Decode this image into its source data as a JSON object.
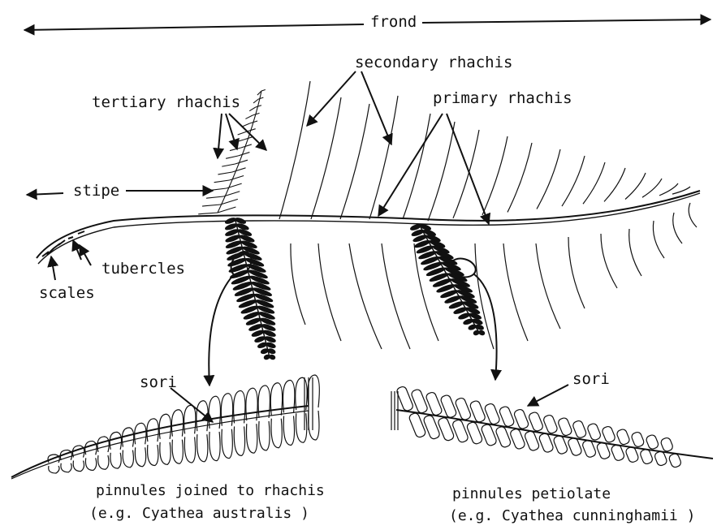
{
  "labels": {
    "frond": "frond",
    "secondary_rhachis": "secondary rhachis",
    "primary_rhachis": "primary rhachis",
    "tertiary_rhachis": "tertiary rhachis",
    "stipe": "stipe",
    "tubercles": "tubercles",
    "scales": "scales",
    "sori_left": "sori",
    "sori_right": "sori"
  },
  "captions": {
    "left_line1": "pinnules joined to rhachis",
    "left_line2": "(e.g. Cyathea australis )",
    "right_line1": "pinnules petiolate",
    "right_line2": "(e.g. Cyathea cunninghamii )"
  },
  "colors": {
    "ink": "#111111",
    "paper": "#ffffff"
  }
}
